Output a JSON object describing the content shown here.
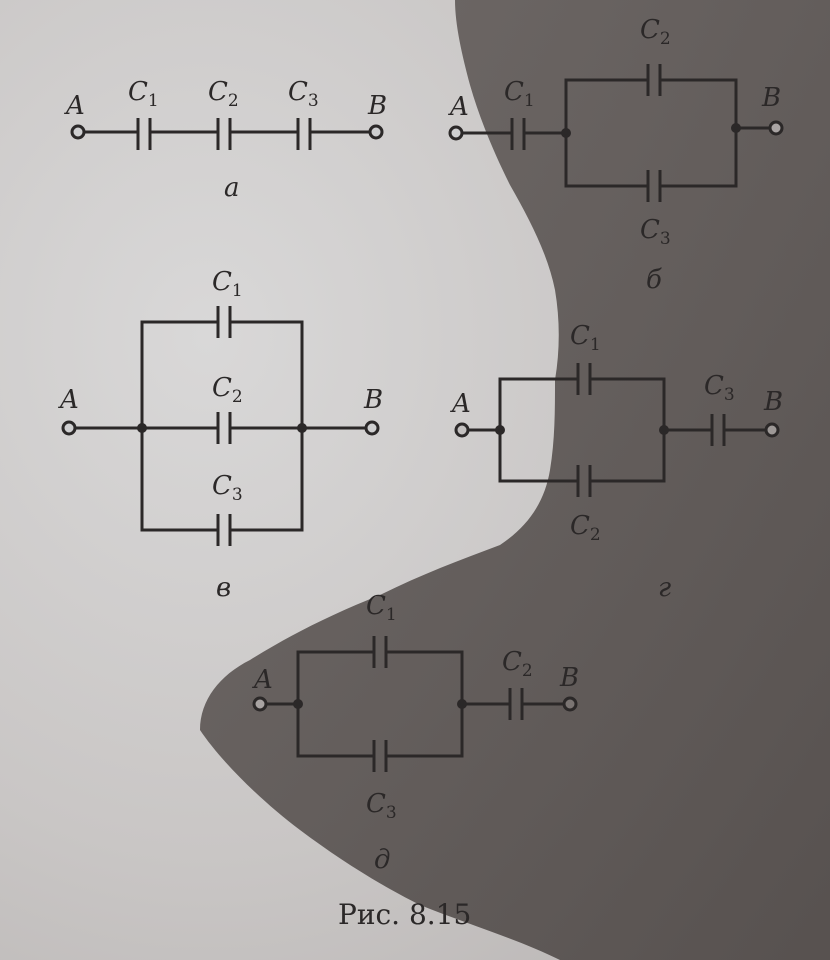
{
  "caption": "Рис. 8.15",
  "diagrams": [
    {
      "id": "a",
      "label": "а",
      "terminals": [
        "A",
        "B"
      ],
      "capacitors": [
        {
          "main": "C",
          "sub": "1"
        },
        {
          "main": "C",
          "sub": "2"
        },
        {
          "main": "C",
          "sub": "3"
        }
      ]
    },
    {
      "id": "b",
      "label": "б",
      "terminals": [
        "A",
        "B"
      ],
      "capacitors": [
        {
          "main": "C",
          "sub": "1"
        },
        {
          "main": "C",
          "sub": "2"
        },
        {
          "main": "C",
          "sub": "3"
        }
      ]
    },
    {
      "id": "v",
      "label": "в",
      "terminals": [
        "A",
        "B"
      ],
      "capacitors": [
        {
          "main": "C",
          "sub": "1"
        },
        {
          "main": "C",
          "sub": "2"
        },
        {
          "main": "C",
          "sub": "3"
        }
      ]
    },
    {
      "id": "g",
      "label": "г",
      "terminals": [
        "A",
        "B"
      ],
      "capacitors": [
        {
          "main": "C",
          "sub": "1"
        },
        {
          "main": "C",
          "sub": "2"
        },
        {
          "main": "C",
          "sub": "3"
        }
      ]
    },
    {
      "id": "d",
      "label": "д",
      "terminals": [
        "A",
        "B"
      ],
      "capacitors": [
        {
          "main": "C",
          "sub": "1"
        },
        {
          "main": "C",
          "sub": "2"
        },
        {
          "main": "C",
          "sub": "3"
        }
      ]
    }
  ],
  "colors": {
    "paper": "#cfcfd0",
    "shadow": "#5f5a58",
    "ink": "#2b2828"
  }
}
